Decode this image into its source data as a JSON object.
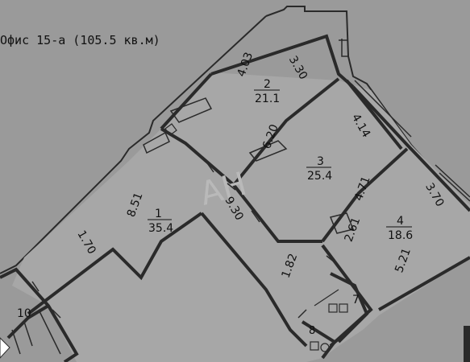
{
  "title": "Офис 15-а (105.5 кв.м)",
  "watermark": "AH",
  "colors": {
    "background": "#9a9a9a",
    "wall": "#2a2a2a",
    "room_fill": "#a7a7a7",
    "text": "#111111"
  },
  "rooms": [
    {
      "number": "1",
      "area": "35.4"
    },
    {
      "number": "2",
      "area": "21.1"
    },
    {
      "number": "3",
      "area": "25.4"
    },
    {
      "number": "4",
      "area": "18.6"
    },
    {
      "number": "7",
      "area": ""
    },
    {
      "number": "8",
      "area": ""
    },
    {
      "number": "10",
      "area": ""
    }
  ],
  "dimensions": [
    "4.03",
    "3.30",
    "6.20",
    "4.14",
    "4.71",
    "3.70",
    "2.61",
    "5.21",
    "8.51",
    "9.30",
    "1.70",
    "1.82"
  ]
}
